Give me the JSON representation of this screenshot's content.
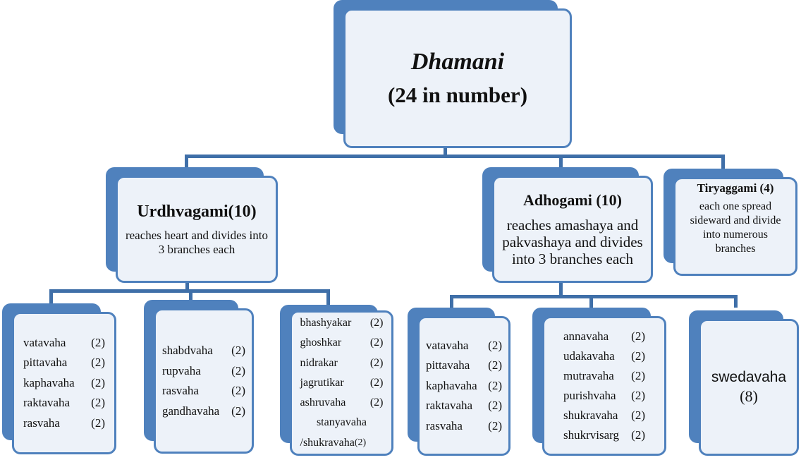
{
  "root": {
    "title": "Dhamani",
    "subtitle": "(24 in number)"
  },
  "urdhvagami": {
    "title": "Urdhvagami(10)",
    "desc": "reaches heart and divides into 3 branches each",
    "lists": [
      [
        {
          "name": "vatavaha",
          "count": "(2)"
        },
        {
          "name": "pittavaha",
          "count": "(2)"
        },
        {
          "name": "kaphavaha",
          "count": "(2)"
        },
        {
          "name": "raktavaha",
          "count": "(2)"
        },
        {
          "name": "rasvaha",
          "count": "(2)"
        }
      ],
      [
        {
          "name": "shabdvaha",
          "count": "(2)"
        },
        {
          "name": "rupvaha",
          "count": "(2)"
        },
        {
          "name": "rasvaha",
          "count": "(2)"
        },
        {
          "name": "gandhavaha",
          "count": "(2)"
        }
      ],
      [
        {
          "name": "bhashyakar",
          "count": "(2)"
        },
        {
          "name": "ghoshkar",
          "count": "(2)"
        },
        {
          "name": "nidrakar",
          "count": "(2)"
        },
        {
          "name": "jagrutikar",
          "count": "(2)"
        },
        {
          "name": "ashruvaha",
          "count": "(2)"
        },
        {
          "name": "stanyavaha",
          "count": ""
        },
        {
          "name": "/shukravaha",
          "count": "(2)"
        }
      ]
    ]
  },
  "adhogami": {
    "title": "Adhogami (10)",
    "desc": "reaches amashaya and pakvashaya and divides into 3 branches each",
    "lists": [
      [
        {
          "name": "vatavaha",
          "count": "(2)"
        },
        {
          "name": "pittavaha",
          "count": "(2)"
        },
        {
          "name": "kaphavaha",
          "count": "(2)"
        },
        {
          "name": "raktavaha",
          "count": "(2)"
        },
        {
          "name": "rasvaha",
          "count": "(2)"
        }
      ],
      [
        {
          "name": "annavaha",
          "count": "(2)"
        },
        {
          "name": "udakavaha",
          "count": "(2)"
        },
        {
          "name": "mutravaha",
          "count": "(2)"
        },
        {
          "name": "purishvaha",
          "count": "(2)"
        },
        {
          "name": "shukravaha",
          "count": "(2)"
        },
        {
          "name": "shukrvisarg",
          "count": "(2)"
        }
      ],
      [
        {
          "name": "swedavaha",
          "count": "(8)"
        }
      ]
    ]
  },
  "tiryaggami": {
    "title": "Tiryaggami (4)",
    "desc": "each one spread sideward and divide into numerous branches"
  }
}
